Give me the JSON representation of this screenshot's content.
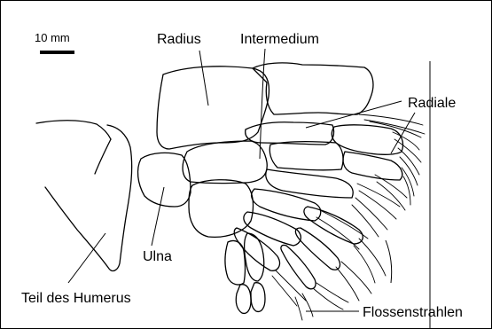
{
  "scale_bar": {
    "label": "10 mm"
  },
  "labels": {
    "radius": "Radius",
    "intermedium": "Intermedium",
    "radiale": "Radiale",
    "ulna": "Ulna",
    "humerus": "Teil des Humerus",
    "flossenstrahlen": "Flossenstrahlen"
  },
  "colors": {
    "ink": "#000000",
    "background": "#ffffff"
  }
}
